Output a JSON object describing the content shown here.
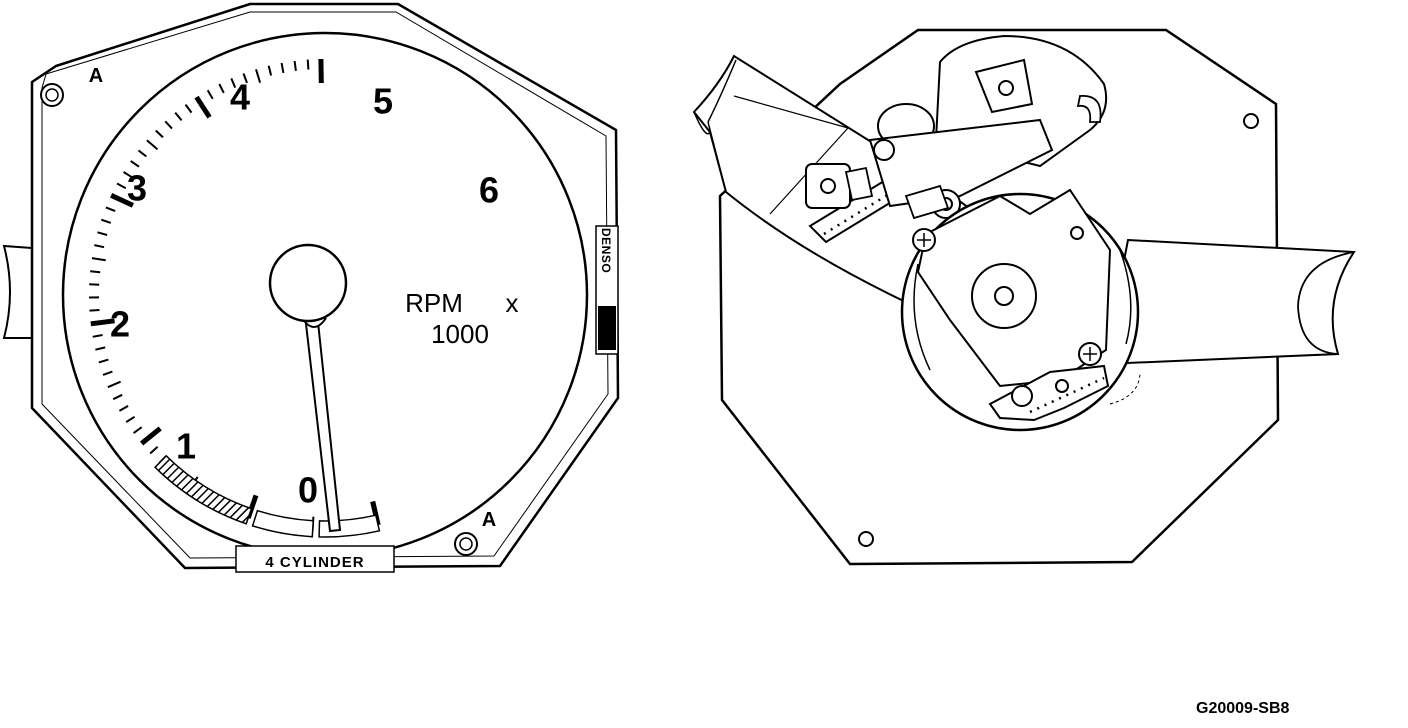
{
  "gauge": {
    "dial_labels": [
      "0",
      "1",
      "2",
      "3",
      "4",
      "5",
      "6"
    ],
    "unit_line1": "RPM",
    "unit_multiplier": "x",
    "unit_line2": "1000",
    "corner_marks": [
      "A",
      "A"
    ],
    "cylinder_label": "4 CYLINDER",
    "brand": "DENSO"
  },
  "figure_code": "G20009-SB8"
}
